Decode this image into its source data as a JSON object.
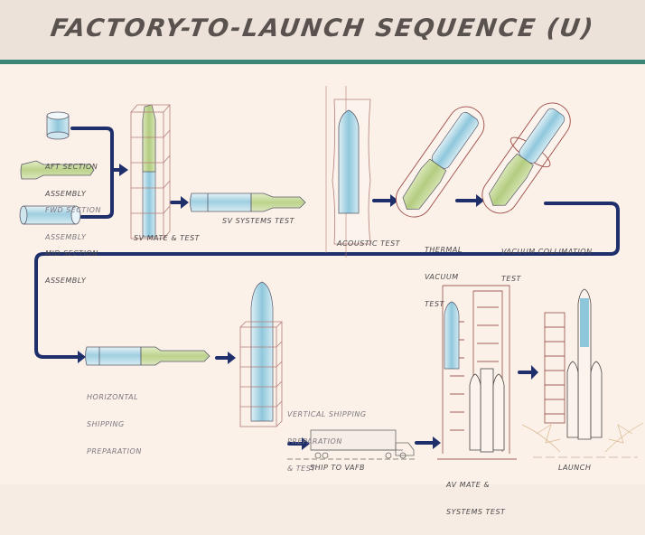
{
  "title": "FACTORY-TO-LAUNCH SEQUENCE (U)",
  "colors": {
    "background": "#fbf1e8",
    "header_band": "#ede2da",
    "title_rule": "#3a8576",
    "flow_arrow": "#1f2f6b",
    "payload_blue": "#a9d4e2",
    "payload_green": "#c6d99a",
    "frame_line": "#a0605a",
    "label_text": "#4d4a4e"
  },
  "steps": [
    {
      "id": "aft-section-assembly",
      "label_line1": "AFT SECTION",
      "label_line2": "ASSEMBLY"
    },
    {
      "id": "fwd-section-assembly",
      "label_line1": "FWD SECTION",
      "label_line2": "ASSEMBLY"
    },
    {
      "id": "mid-section-assembly",
      "label_line1": "MID SECTION",
      "label_line2": "ASSEMBLY"
    },
    {
      "id": "sv-mate-test",
      "label_line1": "SV MATE & TEST"
    },
    {
      "id": "sv-systems-test",
      "label_line1": "SV SYSTEMS TEST"
    },
    {
      "id": "acoustic-test",
      "label_line1": "ACOUSTIC TEST"
    },
    {
      "id": "thermal-vacuum-test",
      "label_line1": "THERMAL",
      "label_line2": "VACUUM",
      "label_line3": "TEST"
    },
    {
      "id": "vacuum-collimation-test",
      "label_line1": "VACUUM COLLIMATION",
      "label_line2": "TEST"
    },
    {
      "id": "horizontal-shipping-preparation",
      "label_line1": "HORIZONTAL",
      "label_line2": "SHIPPING",
      "label_line3": "PREPARATION"
    },
    {
      "id": "vertical-shipping-preparation-test",
      "label_line1": "VERTICAL SHIPPING",
      "label_line2": "PREPARATION",
      "label_line3": "& TEST"
    },
    {
      "id": "ship-to-vafb",
      "label_line1": "SHIP TO VAFB"
    },
    {
      "id": "av-mate-systems-test",
      "label_line1": "AV MATE &",
      "label_line2": "SYSTEMS TEST"
    },
    {
      "id": "launch",
      "label_line1": "LAUNCH"
    }
  ]
}
